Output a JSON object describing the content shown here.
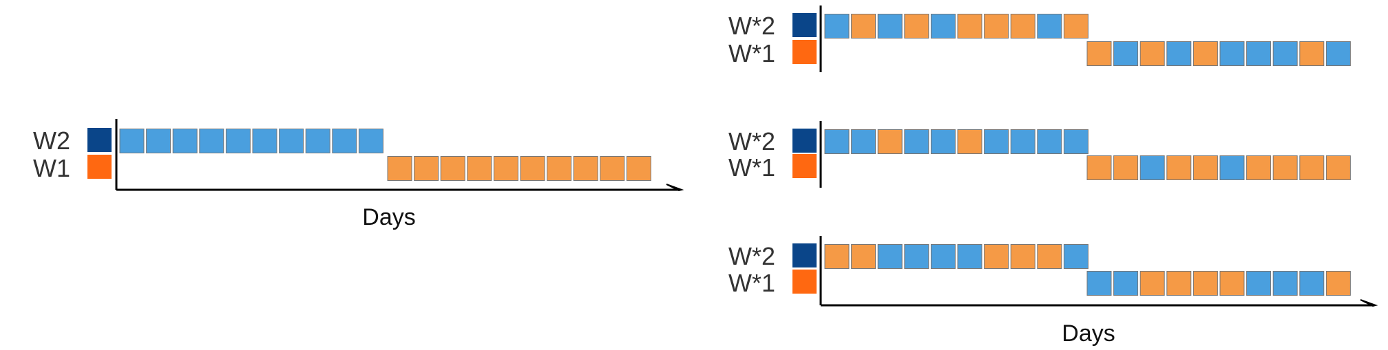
{
  "colors": {
    "blue_cell": "#4a9fde",
    "orange_cell": "#f59a46",
    "dark_blue_swatch": "#0a4589",
    "dark_orange_swatch": "#ff6811",
    "cell_border": "#777777",
    "axis": "#000000",
    "text": "#333333"
  },
  "panels": [
    {
      "id": "original",
      "label_top": "W2",
      "label_bottom": "W1",
      "axis_label": "Days",
      "row_top": [
        "B",
        "B",
        "B",
        "B",
        "B",
        "B",
        "B",
        "B",
        "B",
        "B"
      ],
      "row_bottom": [
        "O",
        "O",
        "O",
        "O",
        "O",
        "O",
        "O",
        "O",
        "O",
        "O"
      ]
    },
    {
      "id": "shuffled-1",
      "label_top": "W*2",
      "label_bottom": "W*1",
      "axis_label": "",
      "row_top": [
        "B",
        "O",
        "B",
        "O",
        "B",
        "O",
        "O",
        "O",
        "B",
        "O"
      ],
      "row_bottom": [
        "O",
        "B",
        "O",
        "B",
        "O",
        "B",
        "B",
        "B",
        "O",
        "B"
      ]
    },
    {
      "id": "shuffled-2",
      "label_top": "W*2",
      "label_bottom": "W*1",
      "axis_label": "",
      "row_top": [
        "B",
        "B",
        "O",
        "B",
        "B",
        "O",
        "B",
        "B",
        "B",
        "B"
      ],
      "row_bottom": [
        "O",
        "O",
        "B",
        "O",
        "O",
        "B",
        "O",
        "O",
        "O",
        "O"
      ]
    },
    {
      "id": "shuffled-3",
      "label_top": "W*2",
      "label_bottom": "W*1",
      "axis_label": "Days",
      "row_top": [
        "O",
        "O",
        "B",
        "B",
        "B",
        "B",
        "O",
        "O",
        "O",
        "B"
      ],
      "row_bottom": [
        "B",
        "B",
        "O",
        "O",
        "O",
        "O",
        "B",
        "B",
        "B",
        "O"
      ]
    }
  ]
}
